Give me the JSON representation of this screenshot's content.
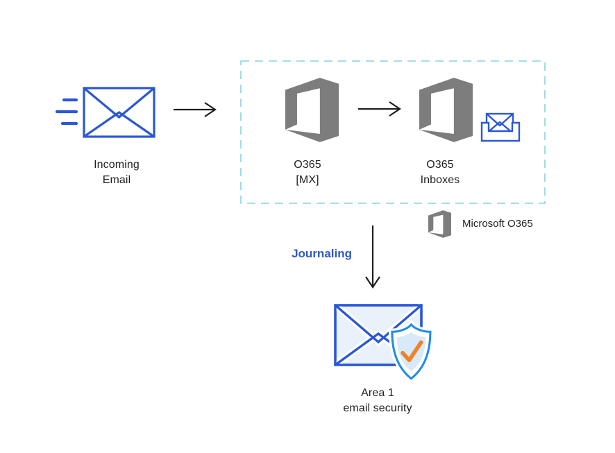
{
  "diagram": {
    "nodes": {
      "incoming_email": {
        "label": [
          "Incoming",
          "Email"
        ],
        "icon": "envelope-speed-lines-icon"
      },
      "o365_mx": {
        "label": [
          "O365",
          "[MX]"
        ],
        "icon": "office365-logo-icon"
      },
      "o365_inboxes": {
        "label": [
          "O365",
          "Inboxes"
        ],
        "icon": "office365-logo-icon",
        "secondary_icon": "inbox-envelope-icon"
      },
      "area1": {
        "label": [
          "Area 1",
          "email security"
        ],
        "icon": "envelope-shield-check-icon"
      }
    },
    "edges": {
      "journaling_label": "Journaling",
      "flow_arrows": [
        "incoming-to-o365",
        "mx-to-inboxes",
        "journaling-down-to-area1"
      ]
    },
    "legend": {
      "icon": "office365-logo-icon",
      "label": "Microsoft O365"
    },
    "colors": {
      "envelope_blue": "#2b57d7",
      "office_gray": "#7d7d7d",
      "dash_teal": "#86d4dc",
      "journaling_blue": "#2e59c7",
      "shield_stroke": "#1e8ce8",
      "shield_fill": "#d8eafa",
      "envelope_fill": "#e9f2fb",
      "check_orange": "#ef8327",
      "arrow_black": "#1d1d1d",
      "text_black": "#1f1f1f"
    }
  }
}
